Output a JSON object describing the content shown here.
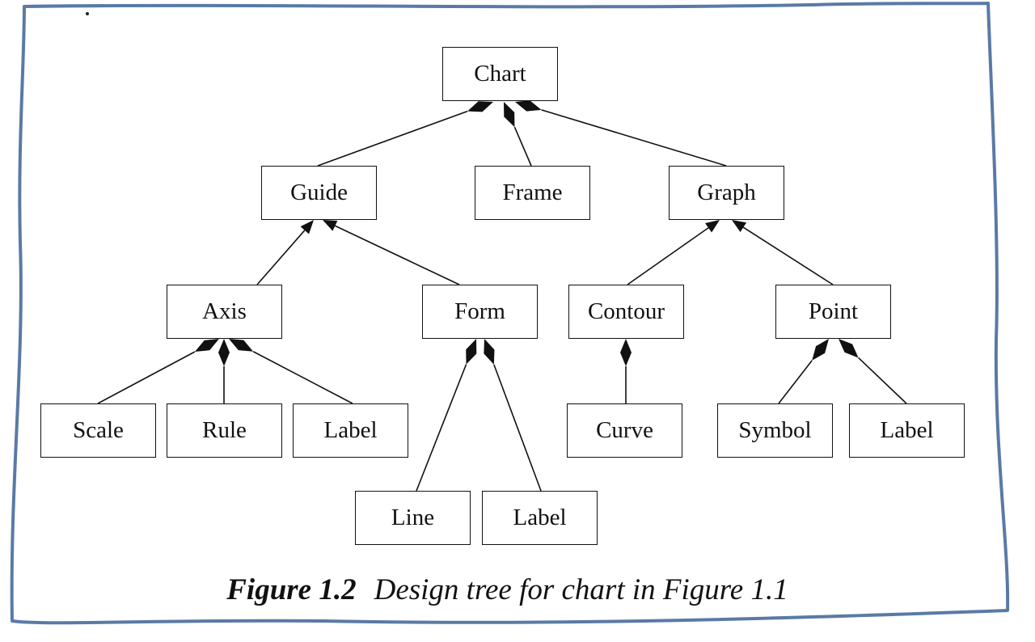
{
  "colors": {
    "border": "#5a7aa6",
    "line": "#111111",
    "fill": "#ffffff"
  },
  "nodes": {
    "chart": "Chart",
    "guide": "Guide",
    "frame": "Frame",
    "graph": "Graph",
    "axis": "Axis",
    "form": "Form",
    "contour": "Contour",
    "point": "Point",
    "scale": "Scale",
    "rule": "Rule",
    "axis_label": "Label",
    "line": "Line",
    "form_label": "Label",
    "curve": "Curve",
    "symbol": "Symbol",
    "point_label": "Label"
  },
  "edges": [
    {
      "from": "guide",
      "to": "chart",
      "type": "aggregation"
    },
    {
      "from": "frame",
      "to": "chart",
      "type": "aggregation"
    },
    {
      "from": "graph",
      "to": "chart",
      "type": "aggregation"
    },
    {
      "from": "axis",
      "to": "guide",
      "type": "generalization"
    },
    {
      "from": "form",
      "to": "guide",
      "type": "generalization"
    },
    {
      "from": "contour",
      "to": "graph",
      "type": "generalization"
    },
    {
      "from": "point",
      "to": "graph",
      "type": "generalization"
    },
    {
      "from": "scale",
      "to": "axis",
      "type": "aggregation"
    },
    {
      "from": "rule",
      "to": "axis",
      "type": "aggregation"
    },
    {
      "from": "axis_label",
      "to": "axis",
      "type": "aggregation"
    },
    {
      "from": "line",
      "to": "form",
      "type": "aggregation"
    },
    {
      "from": "form_label",
      "to": "form",
      "type": "aggregation"
    },
    {
      "from": "curve",
      "to": "contour",
      "type": "aggregation"
    },
    {
      "from": "symbol",
      "to": "point",
      "type": "aggregation"
    },
    {
      "from": "point_label",
      "to": "point",
      "type": "aggregation"
    }
  ],
  "caption": {
    "figure": "Figure 1.2",
    "text": "Design tree for chart in Figure 1.1"
  }
}
